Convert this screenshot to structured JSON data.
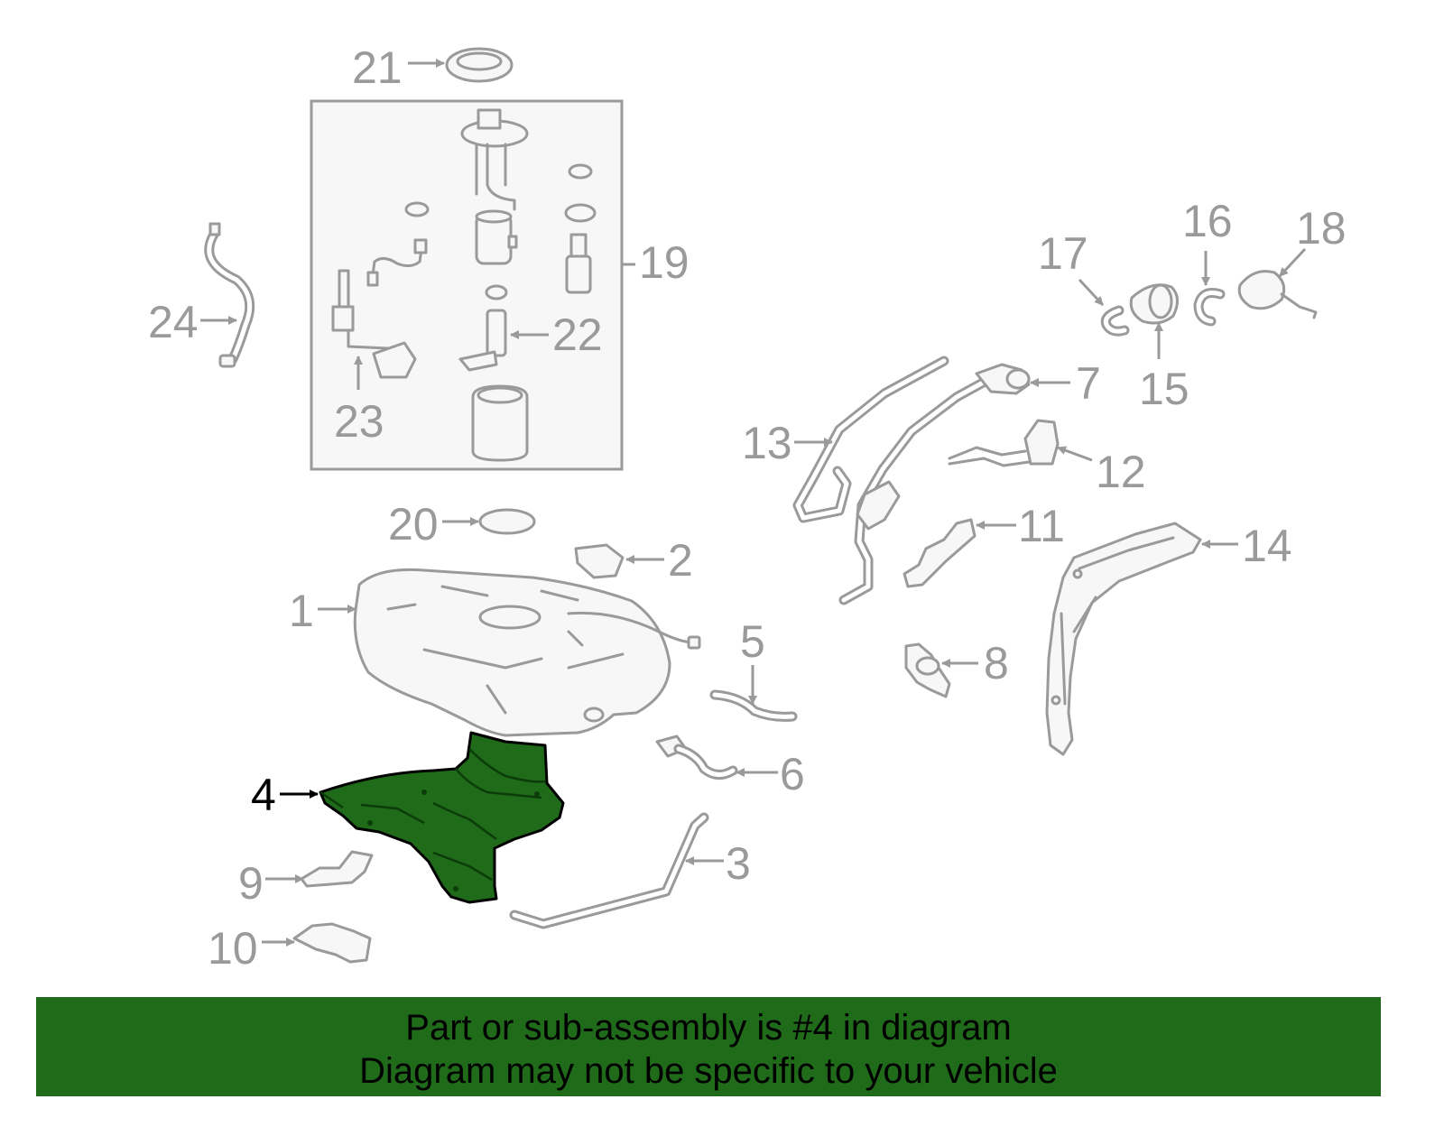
{
  "callouts": {
    "c1": "1",
    "c2": "2",
    "c3": "3",
    "c4": "4",
    "c5": "5",
    "c6": "6",
    "c7": "7",
    "c8": "8",
    "c9": "9",
    "c10": "10",
    "c11": "11",
    "c12": "12",
    "c13": "13",
    "c14": "14",
    "c15": "15",
    "c16": "16",
    "c17": "17",
    "c18": "18",
    "c19": "19",
    "c20": "20",
    "c21": "21",
    "c22": "22",
    "c23": "23",
    "c24": "24"
  },
  "highlight": {
    "part": "4",
    "color": "#1f6b1a"
  },
  "footer": {
    "line1": "Part or sub-assembly is #4 in diagram",
    "line2": "Diagram may not be specific to your vehicle",
    "background": "#1f6b1a"
  }
}
